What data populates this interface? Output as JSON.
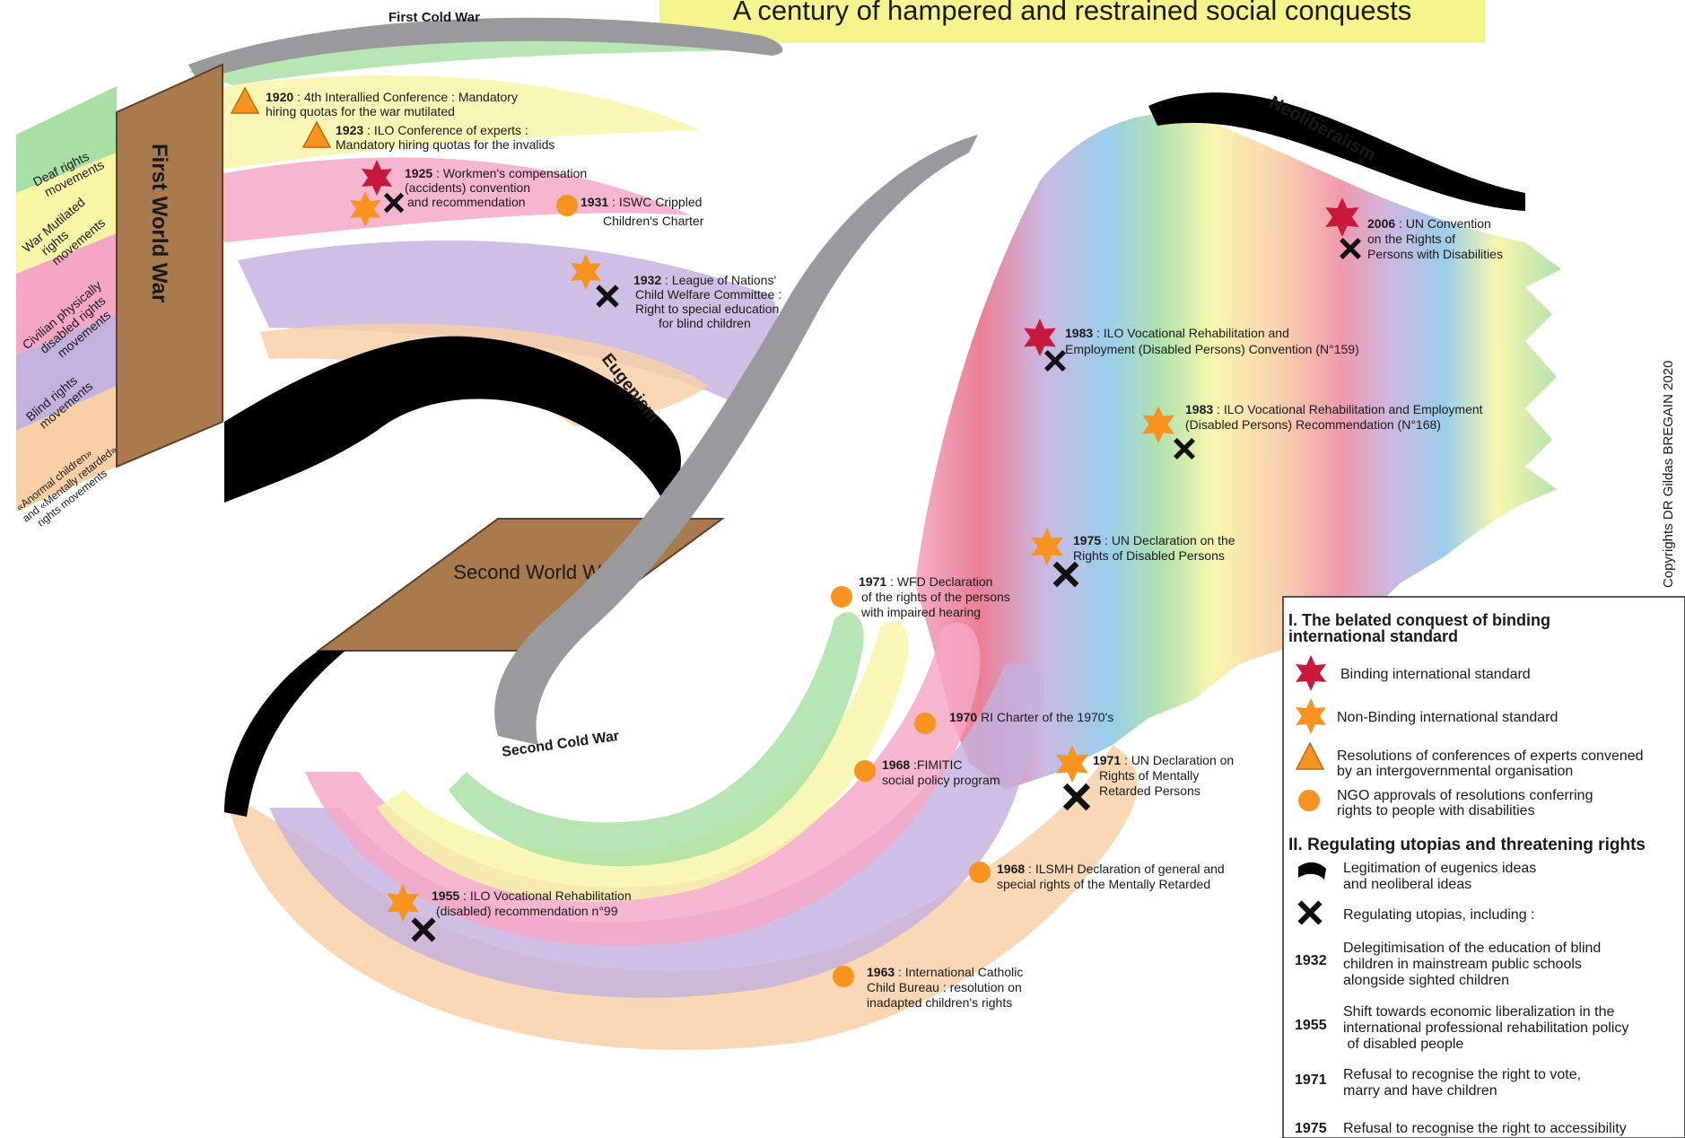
{
  "title": "A century of hampered and restrained social conquests",
  "copyright": "Copyrights DR Gildas BREGAIN 2020",
  "periods": {
    "ww1": "First World War",
    "ww2": "Second World War",
    "cold1": "First Cold War",
    "cold2": "Second Cold War",
    "eugenism": "Eugenism",
    "neoliberalism": "Neoliberalism"
  },
  "movements": [
    {
      "line1": "Deaf rights",
      "line2": "movements",
      "line3": "",
      "color": "#a8dfa4"
    },
    {
      "line1": "War Mutilated",
      "line2": "rights",
      "line3": "movements",
      "color": "#f7f5a6"
    },
    {
      "line1": "Civilian physically",
      "line2": "disabled rights",
      "line3": "movements",
      "color": "#f5a6c4"
    },
    {
      "line1": "Blind rights",
      "line2": "movements",
      "line3": "",
      "color": "#c4b1de"
    },
    {
      "line1": "«Anormal children»",
      "line2": "and «Mentally retarded»",
      "line3": "rights movements",
      "color": "#f9cfa6"
    }
  ],
  "events": [
    {
      "year": "1920",
      "l1": " : 4th Interallied Conference : Mandatory",
      "l2": "hiring quotas for the war mutilated",
      "l3": ""
    },
    {
      "year": "1923",
      "l1": " : ILO Conference of experts :",
      "l2": "Mandatory hiring quotas for the invalids",
      "l3": ""
    },
    {
      "year": "1925",
      "l1": " : Workmen's compensation",
      "l2": "(accidents) convention",
      "l3": "and recommendation"
    },
    {
      "year": "1931",
      "l1": " : ISWC Crippled",
      "l2": "Children's Charter",
      "l3": ""
    },
    {
      "year": "1932",
      "l1": " : League of Nations'",
      "l2": "Child Welfare Committee :",
      "l3": "Right to special education",
      "l4": "for blind children"
    },
    {
      "year": "2006",
      "l1": " : UN Convention",
      "l2": "on the Rights of",
      "l3": "Persons with Disabilities"
    },
    {
      "year": "1983",
      "l1": " : ILO Vocational Rehabilitation and",
      "l2": "Employment (Disabled Persons) Convention (N°159)",
      "l3": ""
    },
    {
      "year": "1983",
      "l1": " : ILO Vocational Rehabilitation and Employment",
      "l2": "(Disabled Persons) Recommendation (N°168)",
      "l3": ""
    },
    {
      "year": "1975",
      "l1": " : UN Declaration on the",
      "l2": "Rights of Disabled Persons",
      "l3": ""
    },
    {
      "year": "1971",
      "l1": " : WFD Declaration",
      "l2": "of the rights of the persons",
      "l3": "with impaired hearing"
    },
    {
      "year": "1970",
      "l1": " RI Charter of the 1970's",
      "l2": "",
      "l3": ""
    },
    {
      "year": "1968",
      "l1": " :FIMITIC",
      "l2": "social policy program",
      "l3": ""
    },
    {
      "year": "1971",
      "l1": " : UN Declaration on",
      "l2": "Rights of Mentally",
      "l3": "Retarded Persons"
    },
    {
      "year": "1968",
      "l1": " : ILSMH Declaration of general and",
      "l2": "special rights of the Mentally Retarded",
      "l3": ""
    },
    {
      "year": "1955",
      "l1": " : ILO Vocational Rehabilitation",
      "l2": "(disabled) recommendation n°99",
      "l3": ""
    },
    {
      "year": "1963",
      "l1": " : International Catholic",
      "l2": "Child Bureau : resolution on",
      "l3": "inadapted children's rights"
    }
  ],
  "legend": {
    "section1": {
      "title_l1": "I. The belated conquest of binding",
      "title_l2": "international standard"
    },
    "binding": "Binding international standard",
    "nonbinding": "Non-Binding international standard",
    "resolutions_l1": "Resolutions of conferences of experts convened",
    "resolutions_l2": "by an intergovernmental organisation",
    "ngo_l1": "NGO approvals of resolutions conferring",
    "ngo_l2": "rights to people with disabilities",
    "section2": "II. Regulating utopias and threatening rights",
    "legit_l1": "Legitimation of eugenics ideas",
    "legit_l2": "and neoliberal ideas",
    "regulating": "Regulating utopias, including :",
    "items": [
      {
        "year": "1932",
        "l1": "Delegitimisation of the education of blind",
        "l2": "children in mainstream public schools",
        "l3": "alongside sighted children"
      },
      {
        "year": "1955",
        "l1": "Shift towards economic liberalization in the",
        "l2": "international professional rehabilitation policy",
        "l3": " of disabled people"
      },
      {
        "year": "1971",
        "l1": "Refusal to recognise the right to vote,",
        "l2": "marry and have children",
        "l3": ""
      },
      {
        "year": "1975",
        "l1": "Refusal to recognise the right to accessibility",
        "l2": "",
        "l3": ""
      }
    ]
  },
  "colors": {
    "deaf": "#a8dfa4",
    "war": "#f7f5a6",
    "civilian": "#f5a6c4",
    "blind": "#c4b1de",
    "mental": "#f9cfa6",
    "war_band": "#a87a4e",
    "title_bg": "#f6f48c",
    "binding_star": "#c8193c",
    "nonbinding_star": "#f7931e",
    "ngo_dot": "#f7931e",
    "cold_war": "#9a9a9c"
  }
}
